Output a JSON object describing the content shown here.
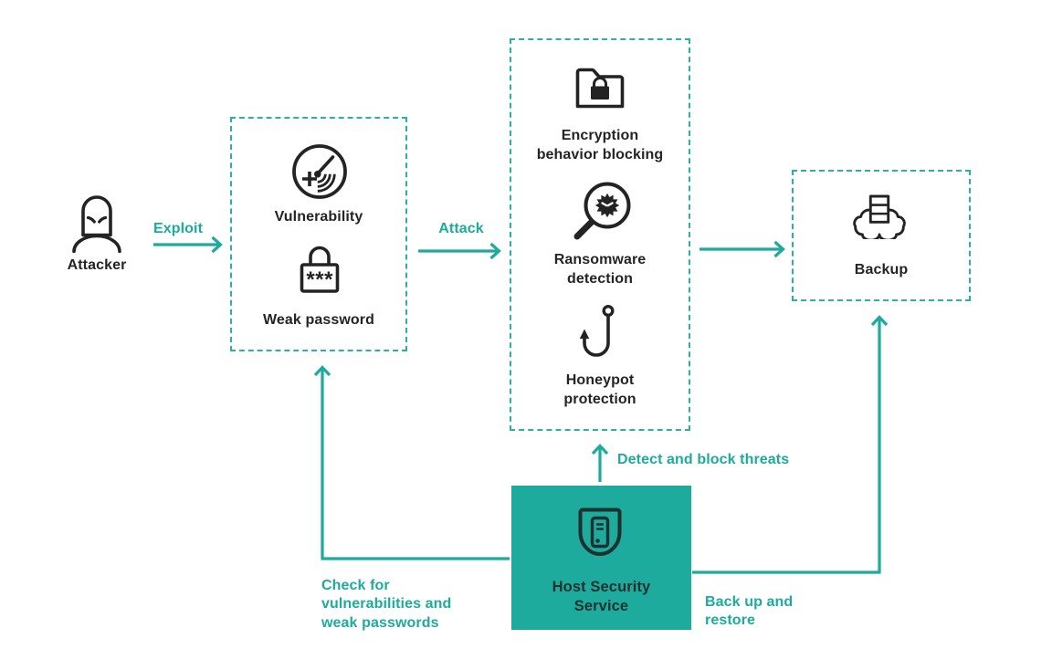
{
  "colors": {
    "teal_accent": "#1cab9c",
    "ink": "#242424",
    "host_box_ink": "#1e3130",
    "background": "#ffffff"
  },
  "nodes": {
    "attacker": {
      "icon": "attacker-icon",
      "label": "Attacker"
    },
    "vulnerability_box": {
      "items": [
        {
          "icon": "vulnerability-scan-icon",
          "label": "Vulnerability"
        },
        {
          "icon": "weak-password-lock-icon",
          "label": "Weak password",
          "lock_marks": "***"
        }
      ]
    },
    "detection_box": {
      "items": [
        {
          "icon": "encryption-folder-lock-icon",
          "label": "Encryption behavior blocking"
        },
        {
          "icon": "ransomware-magnifier-icon",
          "label": "Ransomware detection"
        },
        {
          "icon": "honeypot-hook-icon",
          "label": "Honeypot protection"
        }
      ]
    },
    "backup_box": {
      "icon": "backup-cloud-icon",
      "label": "Backup"
    },
    "host_service": {
      "icon": "host-security-shield-icon",
      "label": "Host Security Service"
    }
  },
  "edges": {
    "exploit": {
      "label": "Exploit",
      "from": "attacker",
      "to": "vulnerability_box"
    },
    "attack": {
      "label": "Attack",
      "from": "vulnerability_box",
      "to": "detection_box"
    },
    "detection_to_backup": {
      "label": "",
      "from": "detection_box",
      "to": "backup_box"
    },
    "detect_block": {
      "label": "Detect and block threats",
      "from": "host_service",
      "to": "detection_box"
    },
    "check": {
      "label": "Check for vulnerabilities and weak passwords",
      "from": "host_service",
      "to": "vulnerability_box"
    },
    "backup_restore": {
      "label": "Back up and restore",
      "from": "host_service",
      "to": "backup_box"
    }
  }
}
